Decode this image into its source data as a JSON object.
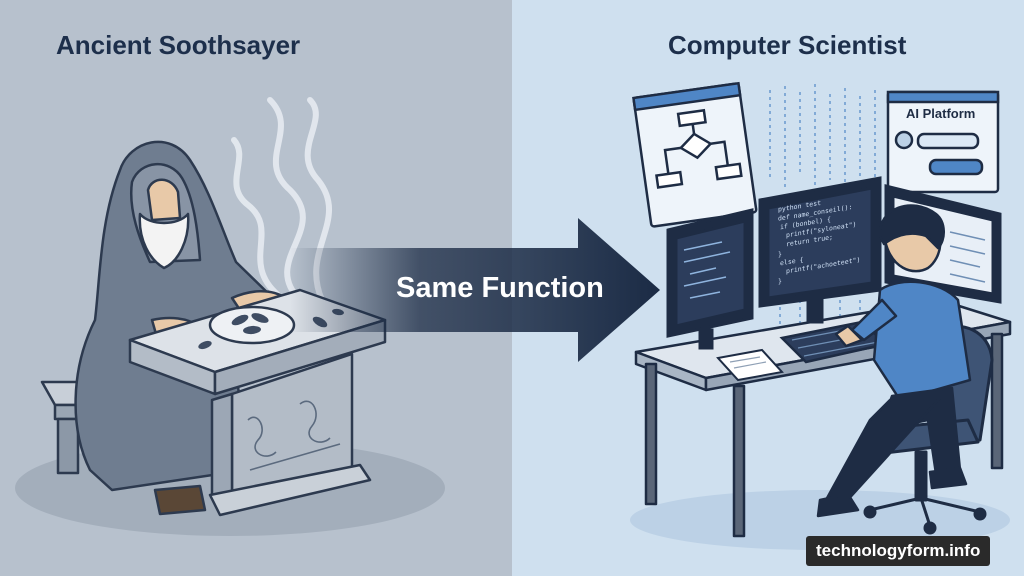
{
  "left": {
    "title": "Ancient Soothsayer"
  },
  "right": {
    "title": "Computer Scientist",
    "screen_label": "AI Platform"
  },
  "arrow": {
    "label": "Same Function"
  },
  "code_lines": [
    "python test",
    "def name_conseil():",
    "if (bonbel) {",
    "printf(\"syloneat\")",
    "return true;",
    "}",
    "else {",
    "printf(\"achoeteet\")",
    "}"
  ],
  "watermark": "technologyform.info",
  "colors": {
    "left_bg": "#b7c1cd",
    "right_bg": "#cfe0ef",
    "heading": "#1d2f4b",
    "arrow": "#1b2b45",
    "monitor": "#1e2c44",
    "shirt": "#4f86c6"
  }
}
